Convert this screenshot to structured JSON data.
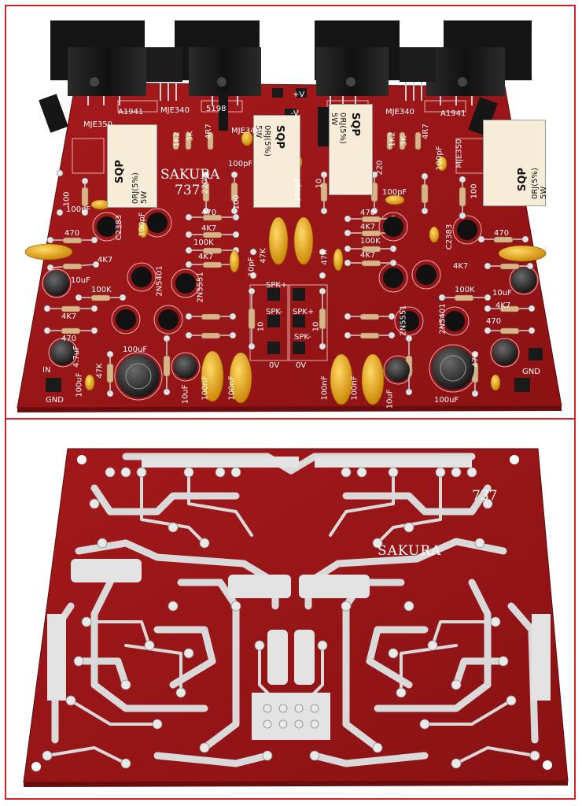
{
  "top_board": {
    "title": "SAKURA",
    "model": "737",
    "resistor_tags": [
      {
        "brand": "SQP",
        "value": "0RJ(5%) 5W"
      },
      {
        "brand": "SQP",
        "value": "0RJ(5%) 5W"
      },
      {
        "brand": "SQP",
        "value": "0RJ(5%) 5W"
      },
      {
        "brand": "SQP",
        "value": "0RJ(5%) 5W"
      }
    ],
    "labels": {
      "a1941_left": "A1941",
      "a1941_right": "A1941",
      "mje340_left": "MJE340",
      "mje340_right": "MJE340",
      "mje350_left": "MJE350",
      "mje350_right": "MJE350",
      "mje340_mid": "MJE340",
      "c5198": "5198",
      "c2383_left": "C2383",
      "c2383_right": "C2383",
      "n5401_left": "2N5401",
      "n5401_right": "2N5401",
      "n5551_left": "2N5551",
      "n5551_right": "2N5551",
      "spk_plus_1": "SPK+",
      "spk_minus_1": "SPK-",
      "spk_plus_2": "SPK+",
      "spk_minus_2": "SPK-",
      "zero_v_1": "0V",
      "zero_v_2": "0V",
      "in_left": "IN",
      "gnd_left": "GND",
      "gnd_right": "GND",
      "r470": "470",
      "r4k7": "4K7",
      "r100k": "100K",
      "r47k": "47K",
      "r100": "100",
      "r220": "220",
      "r10": "10",
      "r4r7": "4R7",
      "r3k": "3K",
      "r1k2": "1K2",
      "c100pf": "100pF",
      "c10pf": "10pF",
      "c10uf": "10uF",
      "c47uf": "4.7uF",
      "c100uf": "100uF",
      "c100nf": "100nF",
      "v_plus": "+V",
      "v_minus": "-V"
    }
  },
  "bottom_board": {
    "title": "SAKURA",
    "model": "737"
  },
  "colors": {
    "board": "#9b1518",
    "board_light": "#b3221f",
    "frame": "#d12027",
    "copper": "#dcdcdc",
    "transistor": "#111111",
    "cap_yellow": "#e8a317",
    "tag": "#f6ecd8"
  }
}
